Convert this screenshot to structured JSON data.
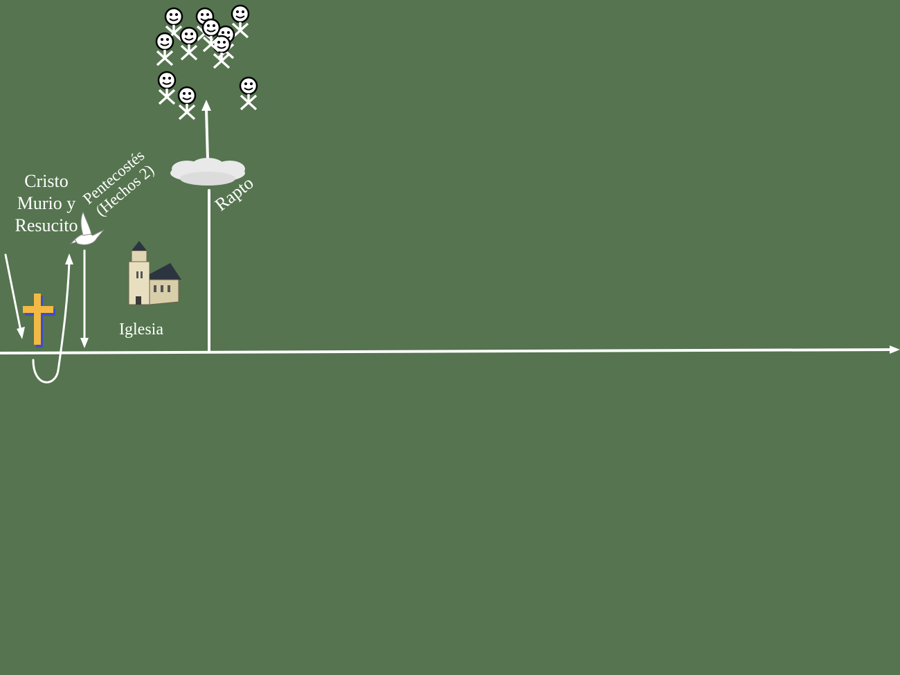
{
  "labels": {
    "cristo": [
      "Cristo",
      "Murio y",
      "Resucito"
    ],
    "pentecostes": [
      "Pentecostés",
      "(Hechos 2)"
    ],
    "iglesia": "Iglesia",
    "rapto": "Rapto"
  },
  "icons": {
    "cross": "cross-icon",
    "dove": "dove-icon",
    "church": "church-icon",
    "cloud": "cloud-icon",
    "person": "stick-figure-icon"
  },
  "colors": {
    "background": "#55744f",
    "line": "#ffffff",
    "cross_front": "#f4b942",
    "cross_shadow": "#3c4fc8"
  },
  "raptured_people_count": 11
}
